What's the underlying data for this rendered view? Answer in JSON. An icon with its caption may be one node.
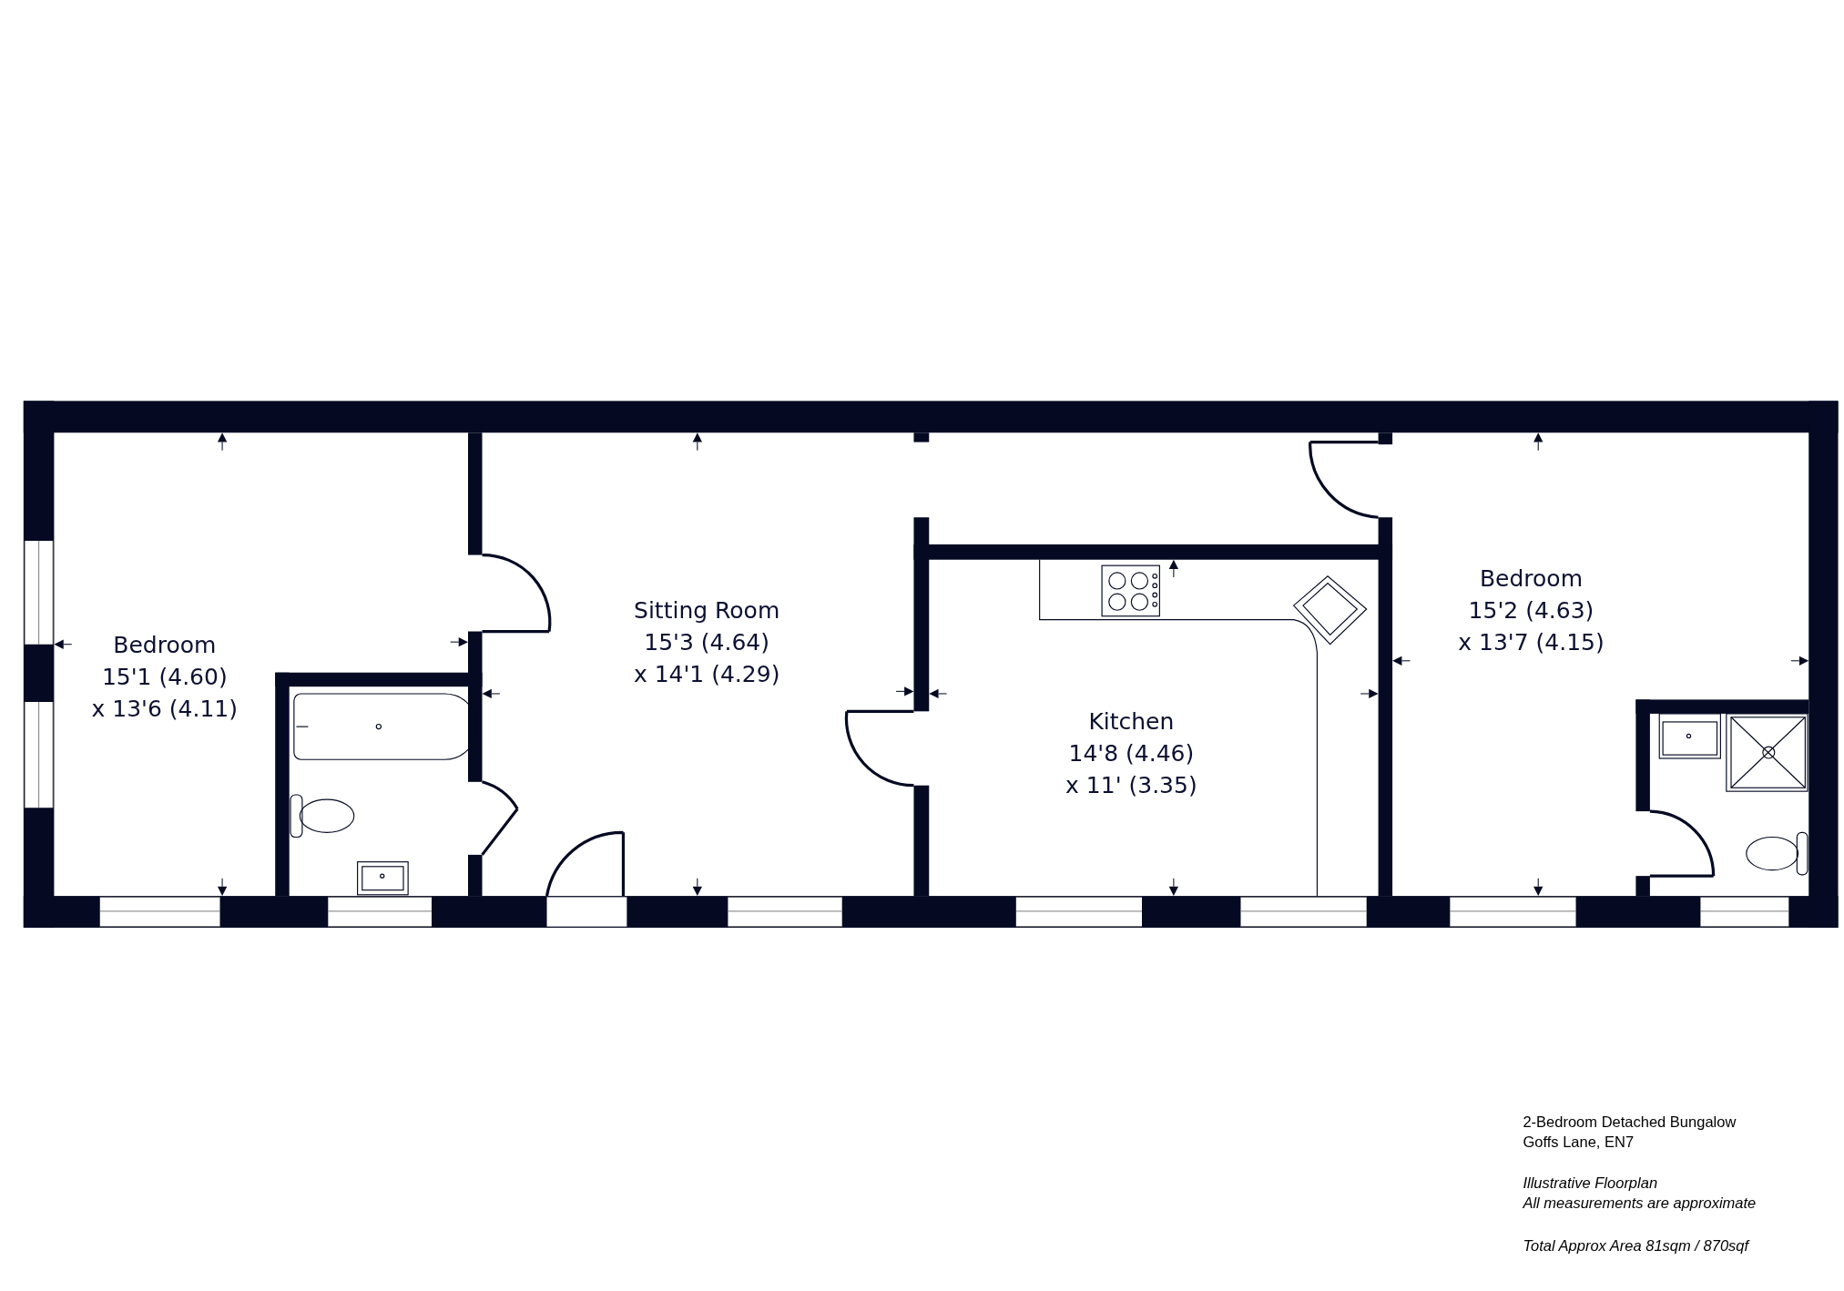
{
  "diagram": {
    "nodes": [
      {
        "text": [
          "Bedroom",
          "15'1 (4.60)",
          "x 13'6 (4.11)"
        ]
      },
      {
        "text": [
          "Sitting Room",
          "15'3 (4.64)",
          "x 14'1 (4.29)"
        ]
      },
      {
        "text": [
          "Kitchen",
          "14'8 (4.46)",
          "x 11' (3.35)"
        ]
      },
      {
        "text": [
          "Bedroom",
          "15'2 (4.63)",
          "x 13'7 (4.15)"
        ]
      }
    ],
    "labels": [
      "2-Bedroom Detached Bungalow",
      "Goffs Lane, EN7",
      "Illustrative Floorplan",
      "All measurements are approximate",
      "Total Approx Area 81sqm / 870sqf"
    ]
  }
}
